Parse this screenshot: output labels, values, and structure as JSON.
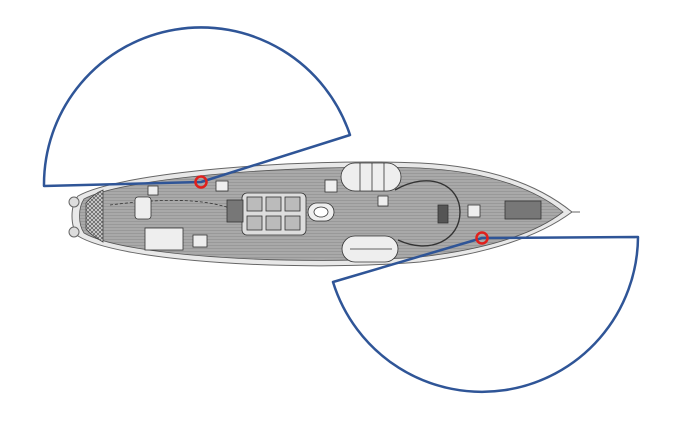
{
  "diagram": {
    "subject": "ship-deck-plan",
    "colors": {
      "sector_stroke": "#2f5597",
      "marker": "#e0201c",
      "deck": "#a9a9a9",
      "hull_outline": "#555555"
    },
    "markers": [
      {
        "name": "marker-port-aft"
      },
      {
        "name": "marker-starboard-fore"
      }
    ],
    "sectors": [
      {
        "name": "sector-aft",
        "sweep_deg": 165
      },
      {
        "name": "sector-fore",
        "sweep_deg": 163
      }
    ]
  }
}
